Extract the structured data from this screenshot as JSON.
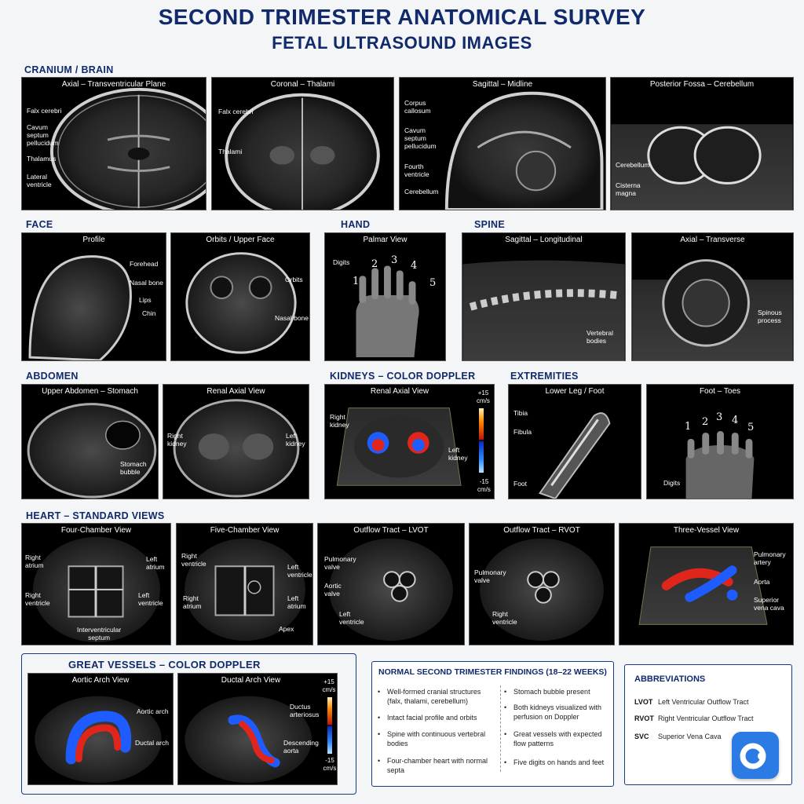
{
  "title": "SECOND TRIMESTER ANATOMICAL SURVEY",
  "subtitle": "FETAL ULTRASOUND IMAGES",
  "sections": {
    "cranium": "CRANIUM / BRAIN",
    "face": "FACE",
    "hand": "HAND",
    "spine": "SPINE",
    "abdomen": "ABDOMEN",
    "kidneys": "KIDNEYS – COLOR DOPPLER",
    "extremities": "EXTREMITIES",
    "heart": "HEART – STANDARD VIEWS",
    "great_vessels": "GREAT VESSELS – COLOR DOPPLER"
  },
  "panels": {
    "axial": {
      "title": "Axial – Transventricular Plane",
      "labels": [
        "Falx cerebri",
        "Cavum\nseptum\npellucidum",
        "Thalamus",
        "Lateral\nventricle"
      ]
    },
    "coronal": {
      "title": "Coronal – Thalami",
      "labels": [
        "Falx cerebri",
        "Thalami"
      ]
    },
    "sagittal": {
      "title": "Sagittal – Midline",
      "labels": [
        "Corpus\ncallosum",
        "Cavum\nseptum\npellucidum",
        "Fourth\nventricle",
        "Cerebellum"
      ]
    },
    "posterior": {
      "title": "Posterior Fossa – Cerebellum",
      "labels": [
        "Cerebellum",
        "Cisterna\nmagna"
      ]
    },
    "profile": {
      "title": "Profile",
      "labels": [
        "Forehead",
        "Nasal bone",
        "Lips",
        "Chin"
      ]
    },
    "orbits": {
      "title": "Orbits / Upper Face",
      "labels": [
        "Orbits",
        "Nasal bone"
      ]
    },
    "palmar": {
      "title": "Palmar View",
      "labels": [
        "Digits"
      ],
      "digits": [
        "1",
        "2",
        "3",
        "4",
        "5"
      ]
    },
    "spine_sag": {
      "title": "Sagittal – Longitudinal",
      "labels": [
        "Vertebral\nbodies"
      ]
    },
    "spine_axial": {
      "title": "Axial – Transverse",
      "labels": [
        "Spinous\nprocess"
      ]
    },
    "stomach": {
      "title": "Upper Abdomen – Stomach",
      "labels": [
        "Stomach\nbubble"
      ]
    },
    "renal": {
      "title": "Renal Axial View",
      "labels": [
        "Right\nkidney",
        "Left\nkidney"
      ]
    },
    "kidney_doppler": {
      "title": "Renal Axial View",
      "labels": [
        "Right\nkidney",
        "Left\nkidney"
      ],
      "scale_top": "+15\ncm/s",
      "scale_bottom": "-15\ncm/s"
    },
    "lowerleg": {
      "title": "Lower Leg / Foot",
      "labels": [
        "Tibia",
        "Fibula",
        "Foot"
      ]
    },
    "foot": {
      "title": "Foot – Toes",
      "labels": [
        "Digits"
      ],
      "digits": [
        "1",
        "2",
        "3",
        "4",
        "5"
      ]
    },
    "four_chamber": {
      "title": "Four-Chamber View",
      "labels": [
        "Right\natrium",
        "Left\natrium",
        "Right\nventricle",
        "Left\nventricle",
        "Interventricular\nseptum"
      ]
    },
    "five_chamber": {
      "title": "Five-Chamber View",
      "labels": [
        "Right\nventricle",
        "Left\nventricle",
        "Right\natrium",
        "Left\natrium",
        "Apex"
      ]
    },
    "lvot": {
      "title": "Outflow Tract – LVOT",
      "labels": [
        "Pulmonary\nvalve",
        "Aortic\nvalve",
        "Left\nventricle"
      ]
    },
    "rvot": {
      "title": "Outflow Tract – RVOT",
      "labels": [
        "Pulmonary\nvalve",
        "Right\nventricle"
      ]
    },
    "three_vessel": {
      "title": "Three-Vessel View",
      "labels": [
        "Pulmonary\nartery",
        "Aorta",
        "Superior\nvena cava"
      ]
    },
    "aortic_arch": {
      "title": "Aortic Arch View",
      "labels": [
        "Aortic arch",
        "Ductal arch"
      ]
    },
    "ductal_arch": {
      "title": "Ductal Arch View",
      "labels": [
        "Ductus\narteriosus",
        "Descending\naorta"
      ],
      "scale_top": "+15\ncm/s",
      "scale_bottom": "-15\ncm/s"
    }
  },
  "findings": {
    "title": "NORMAL SECOND TRIMESTER FINDINGS (18–22 WEEKS)",
    "left": [
      "Well-formed cranial structures (falx, thalami, cerebellum)",
      "Intact facial profile and orbits",
      "Spine with continuous vertebral bodies",
      "Four-chamber heart with normal septa"
    ],
    "right": [
      "Stomach bubble present",
      "Both kidneys visualized with perfusion on Doppler",
      "Great vessels with expected flow patterns",
      "Five digits on hands and feet"
    ]
  },
  "abbreviations": {
    "title": "ABBREVIATIONS",
    "items": [
      {
        "key": "LVOT",
        "value": "Left Ventricular Outflow Tract"
      },
      {
        "key": "RVOT",
        "value": "Right Ventricular Outflow Tract"
      },
      {
        "key": "SVC",
        "value": "Superior Vena Cava"
      }
    ]
  },
  "colors": {
    "navy": "#102a6b",
    "doppler_red": "#e0261b",
    "doppler_blue": "#1f5cff",
    "logo": "#2c7be5"
  }
}
